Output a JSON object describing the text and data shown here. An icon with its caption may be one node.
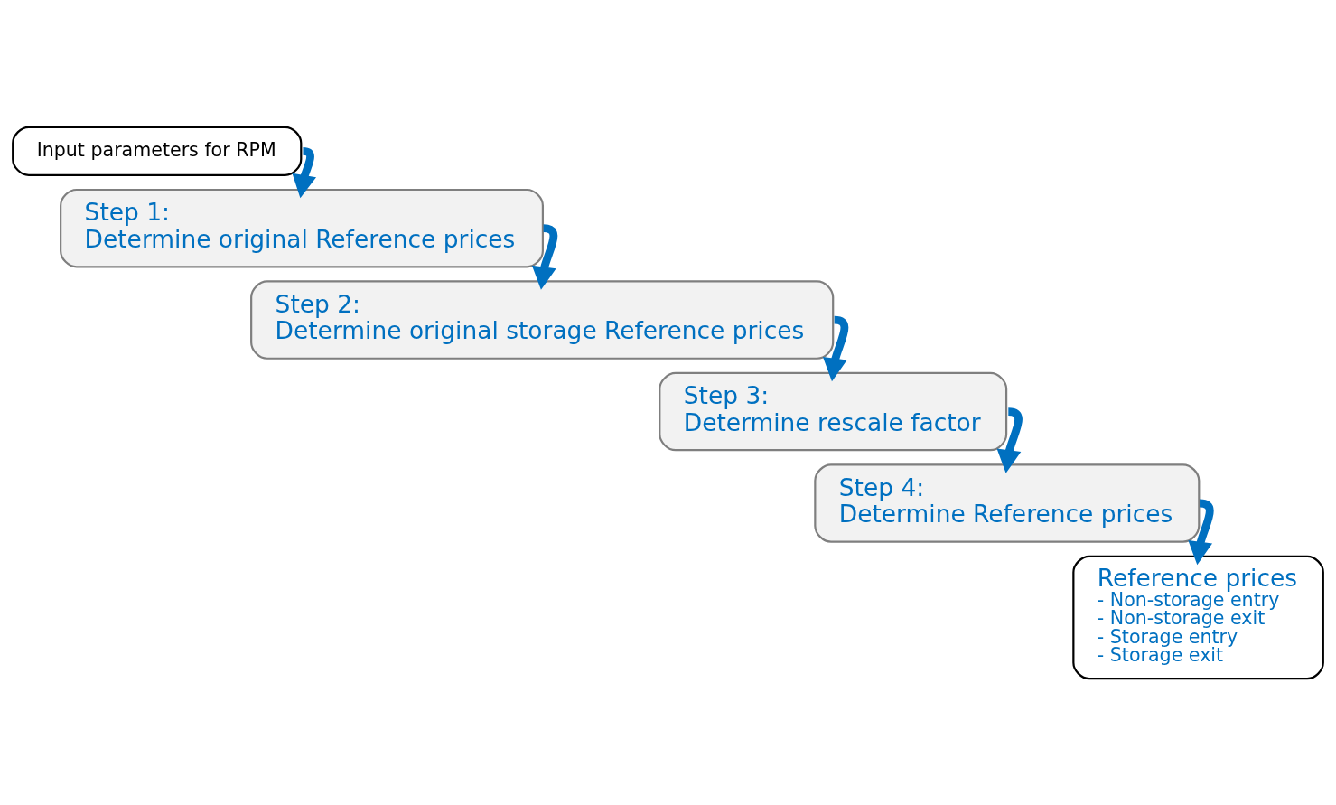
{
  "diagram": {
    "nodes": [
      {
        "text": [
          "Input parameters for RPM"
        ]
      },
      {
        "text": [
          "Step 1:",
          "Determine original Reference prices"
        ]
      },
      {
        "text": [
          "Step 2:",
          "Determine original storage Reference prices"
        ]
      },
      {
        "text": [
          "Step 3:",
          "Determine rescale factor"
        ]
      },
      {
        "text": [
          "Step 4:",
          "Determine Reference prices"
        ]
      },
      {
        "text": [
          "Reference prices",
          "- Non-storage entry",
          "- Non-storage exit",
          "- Storage entry",
          "- Storage exit"
        ]
      }
    ],
    "edges": [
      {
        "from": 0,
        "to": 1,
        "arrow": "to"
      },
      {
        "from": 1,
        "to": 2,
        "arrow": "to"
      },
      {
        "from": 2,
        "to": 3,
        "arrow": "to"
      },
      {
        "from": 3,
        "to": 4,
        "arrow": "to"
      },
      {
        "from": 4,
        "to": 5,
        "arrow": "to"
      }
    ]
  }
}
